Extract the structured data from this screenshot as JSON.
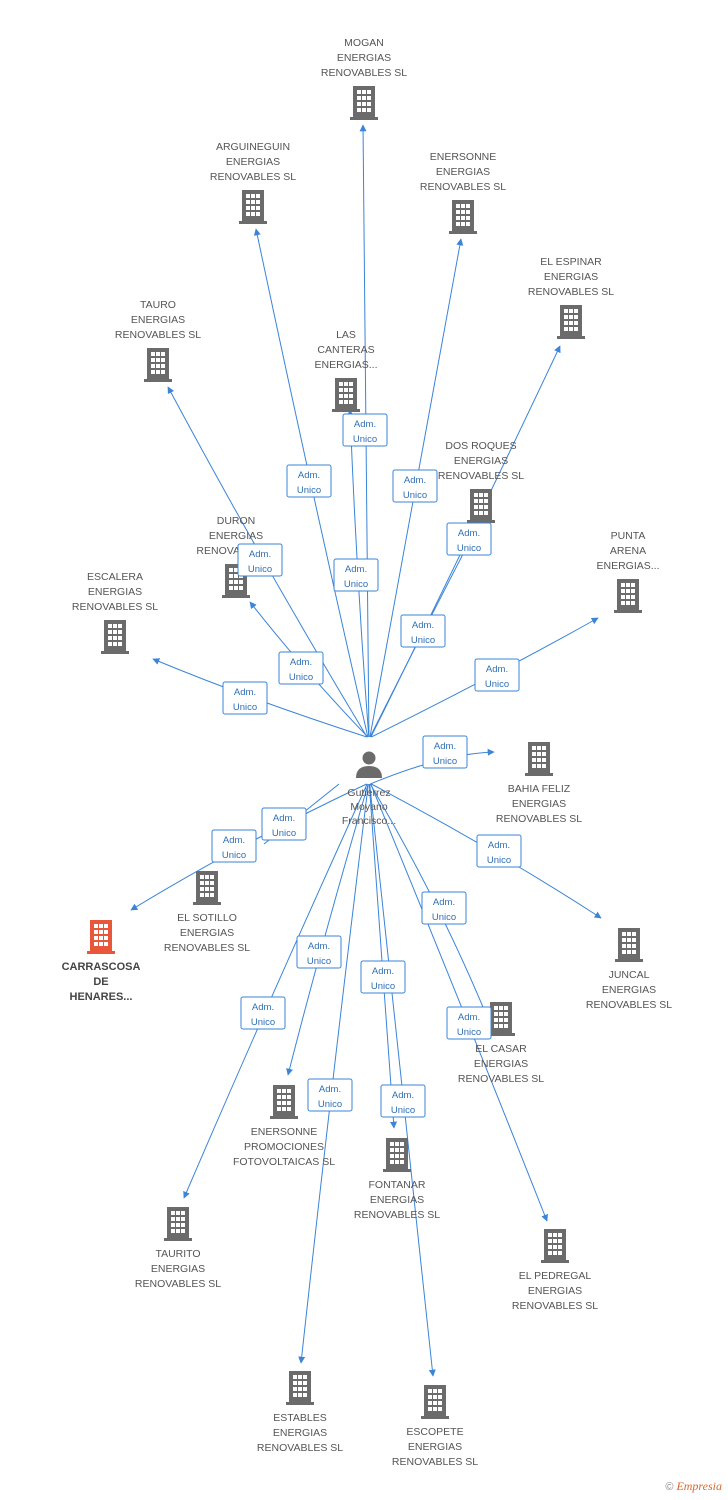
{
  "colors": {
    "edge": "#3a84d9",
    "company_icon": "#6b6b6b",
    "highlight_icon": "#e8573a",
    "person_icon": "#6b6b6b"
  },
  "person": {
    "lines": [
      "Gutierrez",
      "Moyano",
      "Francisco..."
    ],
    "icon": "person-icon"
  },
  "edge_label": [
    "Adm.",
    "Unico"
  ],
  "companies": [
    {
      "id": "mogan",
      "lines": [
        "MOGAN",
        "ENERGIAS",
        "RENOVABLES SL"
      ]
    },
    {
      "id": "arguineguin",
      "lines": [
        "ARGUINEGUIN",
        "ENERGIAS",
        "RENOVABLES SL"
      ]
    },
    {
      "id": "enersonne",
      "lines": [
        "ENERSONNE",
        "ENERGIAS",
        "RENOVABLES SL"
      ]
    },
    {
      "id": "el-espinar",
      "lines": [
        "EL ESPINAR",
        "ENERGIAS",
        "RENOVABLES SL"
      ]
    },
    {
      "id": "tauro",
      "lines": [
        "TAURO",
        "ENERGIAS",
        "RENOVABLES SL"
      ]
    },
    {
      "id": "las-canteras",
      "lines": [
        "LAS",
        "CANTERAS",
        "ENERGIAS..."
      ]
    },
    {
      "id": "dos-roques",
      "lines": [
        "DOS ROQUES",
        "ENERGIAS",
        "RENOVABLES SL"
      ]
    },
    {
      "id": "duron",
      "lines": [
        "DURON",
        "ENERGIAS",
        "RENOVABLES..."
      ]
    },
    {
      "id": "punta-arena",
      "lines": [
        "PUNTA",
        "ARENA",
        "ENERGIAS..."
      ]
    },
    {
      "id": "escalera",
      "lines": [
        "ESCALERA",
        "ENERGIAS",
        "RENOVABLES SL"
      ]
    },
    {
      "id": "bahia-feliz",
      "lines": [
        "BAHIA FELIZ",
        "ENERGIAS",
        "RENOVABLES SL"
      ]
    },
    {
      "id": "el-sotillo",
      "lines": [
        "EL SOTILLO",
        "ENERGIAS",
        "RENOVABLES SL"
      ]
    },
    {
      "id": "carrascosa",
      "lines": [
        "CARRASCOSA",
        "DE",
        "HENARES..."
      ],
      "highlight": true
    },
    {
      "id": "juncal",
      "lines": [
        "JUNCAL",
        "ENERGIAS",
        "RENOVABLES SL"
      ]
    },
    {
      "id": "el-casar",
      "lines": [
        "EL CASAR",
        "ENERGIAS",
        "RENOVABLES SL"
      ]
    },
    {
      "id": "enersonne-promociones",
      "lines": [
        "ENERSONNE",
        "PROMOCIONES",
        "FOTOVOLTAICAS SL"
      ]
    },
    {
      "id": "fontanar",
      "lines": [
        "FONTANAR",
        "ENERGIAS",
        "RENOVABLES SL"
      ]
    },
    {
      "id": "taurito",
      "lines": [
        "TAURITO",
        "ENERGIAS",
        "RENOVABLES SL"
      ]
    },
    {
      "id": "el-pedregal",
      "lines": [
        "EL PEDREGAL",
        "ENERGIAS",
        "RENOVABLES SL"
      ]
    },
    {
      "id": "establess",
      "lines": [
        "ESTABLES",
        "ENERGIAS",
        "RENOVABLES SL"
      ]
    },
    {
      "id": "escopete",
      "lines": [
        "ESCOPETE",
        "ENERGIAS",
        "RENOVABLES SL"
      ]
    }
  ],
  "footer": {
    "copyright": "©",
    "brand": "Empresia"
  }
}
